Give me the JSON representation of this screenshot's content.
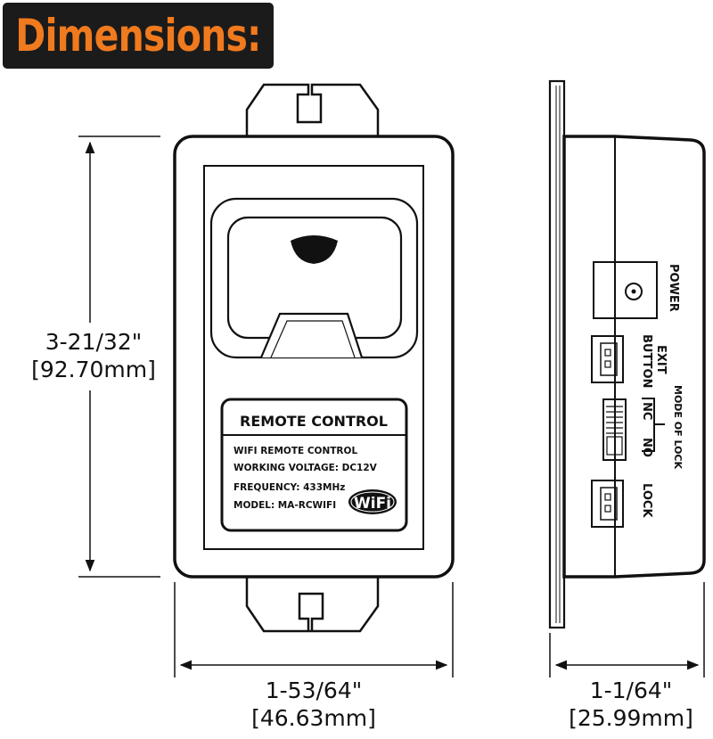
{
  "banner": {
    "title": "Dimensions:",
    "text_color": "#f07a1e",
    "bg_color": "#1b1b1b"
  },
  "dimensions": {
    "height": {
      "fraction": "3-21/32\"",
      "metric": "[92.70mm]"
    },
    "width": {
      "fraction": "1-53/64\"",
      "metric": "[46.63mm]"
    },
    "depth": {
      "fraction": "1-1/64\"",
      "metric": "[25.99mm]"
    }
  },
  "label": {
    "title": "REMOTE CONTROL",
    "lines": [
      "WIFI REMOTE CONTROL",
      "WORKING VOLTAGE: DC12V",
      "FREQUENCY: 433MHz",
      "MODEL: MA-RCWIFI"
    ],
    "logo_text": "WiFi"
  },
  "side_labels": {
    "power": "POWER",
    "exit_button_1": "EXIT",
    "exit_button_2": "BUTTON",
    "nc": "NC",
    "no": "NO",
    "mode_of_lock": "MODE OF LOCK",
    "lock": "LOCK"
  }
}
